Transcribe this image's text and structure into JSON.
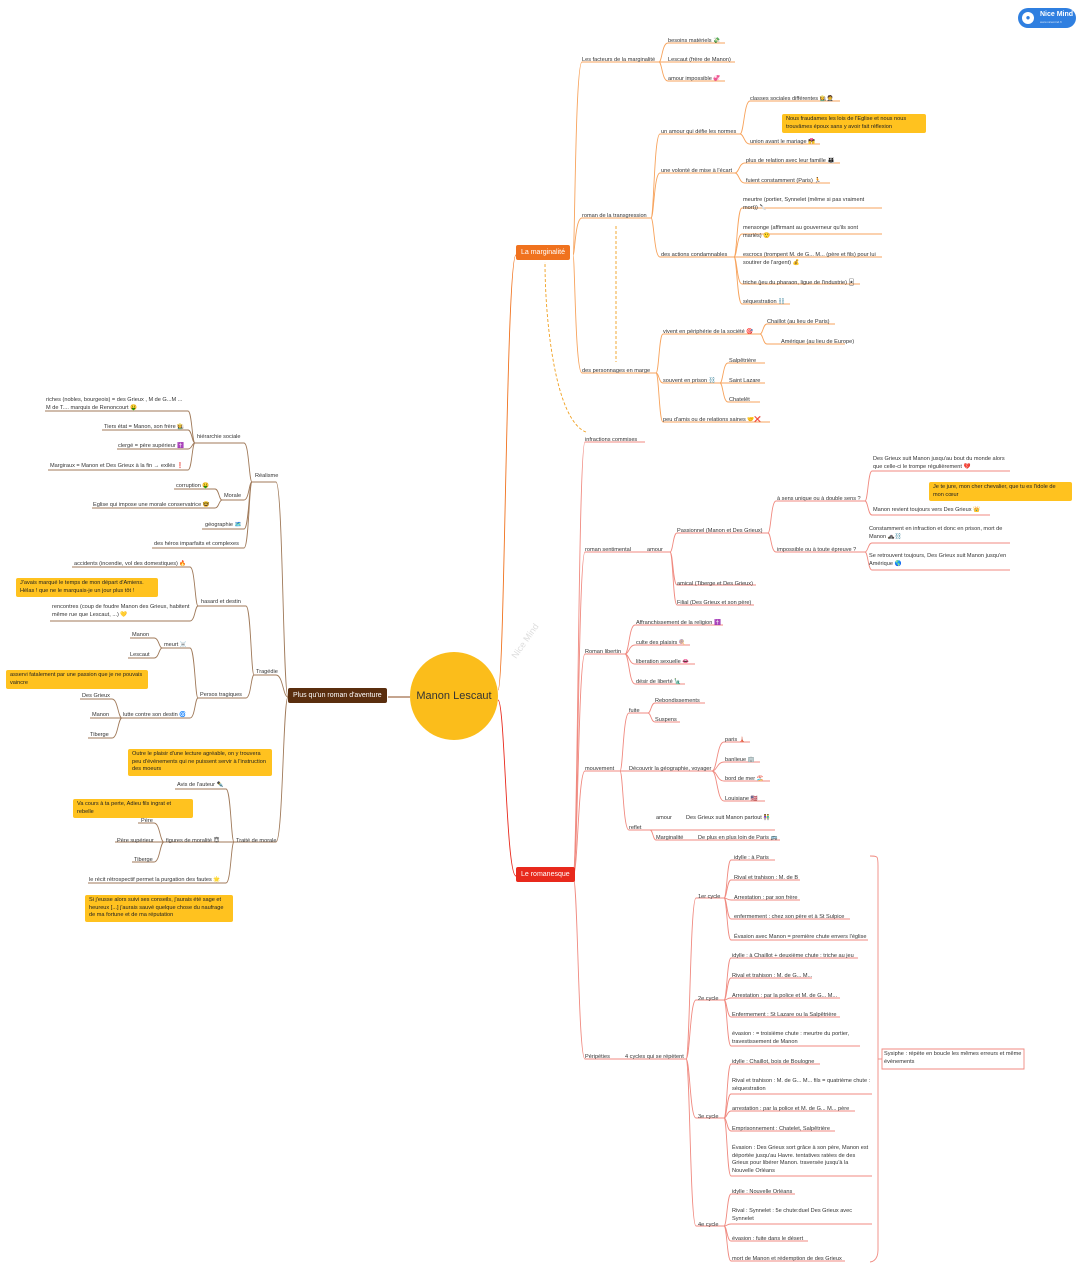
{
  "brand": {
    "name": "Nice Mind",
    "tagline": "www.nicemind.fr"
  },
  "watermark": "Nice Mind",
  "center": "Manon Lescaut",
  "branches": {
    "marginalite": {
      "title": "La marginalité",
      "facteurs": {
        "label": "Les facteurs de la marginalité",
        "items": [
          "besoins matériels 💸",
          "Lescaut (frère de Manon)",
          "amour impossible 💞"
        ]
      },
      "transgression": {
        "label": "roman de la transgression",
        "normes": {
          "label": "un amour qui défie les normes",
          "classes": "classes sociales différentes 👩‍🌾🤵",
          "note": "Nous fraudames les lois de l'Eglise et nous nous trouvâmes époux sans y avoir fait réflexion",
          "union": "union avant le mariage 💏"
        },
        "ecart": {
          "label": "une volonté de mise à l'écart",
          "items": [
            "plus de relation avec leur famille 👨‍👩‍👧",
            "fuient constamment (Paris) 🏃"
          ]
        },
        "actions": {
          "label": "des actions condamnables",
          "items": [
            "meurtre (portier, Synnelet (même si pas vraiment mort)) 🔪",
            "mensonge (affirmant au gouverneur qu'ils sont mariés) 🤥",
            "escrocs (trompent M. de G... M... (père et fils) pour lui soutirer de l'argent) 💰",
            "triche (jeu du pharaon, ligue de l'industrie) 🃏",
            "séquestration ⛓️"
          ]
        }
      },
      "marge": {
        "label": "des personnages en marge",
        "peripherie": {
          "label": "vivent en périphérie de la société 🎯",
          "items": [
            "Chaillot (au lieu de Paris)",
            "Amérique (au lieu de Europe)"
          ]
        },
        "prison": {
          "label": "souvent en prison ⛓️",
          "items": [
            "Salpêtrière",
            "Saint Lazare",
            "Chatelêt"
          ]
        },
        "amis": "peu d'amis ou de relations saines 🤝❌"
      }
    },
    "romanesque": {
      "title": "Le romanesque",
      "infractions": "infractions commises",
      "sentimental": {
        "label": "roman sentimental",
        "amour": "amour",
        "passionnel": "Passionnel (Manon et Des Grieux)",
        "sens": {
          "label": "à sens unique ou à double sens ?",
          "item1": "Des Grieux suit Manon jusqu'au bout du monde alors que celle-ci le trompe régulièrement 💔",
          "quote": "Je te jure, mon cher chevalier, que tu es l'idole de mon cœur",
          "item2": "Manon revient toujours vers Des Grieux 👑"
        },
        "impossible": {
          "label": "impossible ou à toute épreuve ?",
          "item1": "Constamment en infraction et donc en prison, mort de Manon 🚓⛓️",
          "item2": "Se retrouvent toujours, Des Grieux suit Manon jusqu'en Amérique 🌎"
        },
        "amical": "amical (Tiberge et Des Grieux)",
        "filial": "Filial (Des Grieux et son père)"
      },
      "libertin": {
        "label": "Roman libertin",
        "items": [
          "Affranchissement de la religion ✝️",
          "culte des plaisirs 🍭",
          "liberation sexuelle 👄",
          "désir de liberté 🗽"
        ]
      },
      "mouvement": {
        "label": "mouvement",
        "fuite": {
          "label": "fuite",
          "items": [
            "Rebondissements",
            "Suspens"
          ]
        },
        "geo": {
          "label": "Découvrir la géographie, voyager",
          "items": [
            "paris 🗼",
            "banlieue 🏢",
            "bord de mer 🏖️",
            "Louisiane 🇺🇸"
          ]
        },
        "reflet": {
          "label": "reflet",
          "amour": "amour",
          "amour_v": "Des Grieux suit Manon partout 👫",
          "marg": "Marginalité",
          "marg_v": "De plus en plus loin de Paris 🚌"
        }
      },
      "peripeties": {
        "label": "Péripéties",
        "cycles_label": "4 cycles qui se répètent",
        "note": "Sysiphe : répète en boucle les mêmes erreurs et même évènements",
        "cycles": [
          {
            "label": "1er cycle",
            "items": [
              "idylle : à Paris",
              "Rival et trahison : M. de B",
              "Arrestation : par son frère",
              "enfermement : chez son père et à St Sulpice",
              "Évasion avec Manon = première chute envers l'église"
            ]
          },
          {
            "label": "2e cycle",
            "items": [
              "idylle : à Chaillot + deuxième chute : triche au jeu",
              "Rival et trahison : M. de G... M...",
              "Arrestation : par la police et M. de G... M...",
              "Enfermement : St Lazare ou la Salpêtrière",
              "évasion : = troisième chute : meurtre du portier, travestissement de Manon"
            ]
          },
          {
            "label": "3e cycle",
            "items": [
              "idylle : Chaillot, bois de Boulogne",
              "Rival et trahison : M. de G... M... fils = quatrième chute : séquestration",
              "arrestation : par la police et M. de G... M... père",
              "Emprisonnement : Chatelet, Salpêtrière",
              "Évasion : Des Grieux sort grâce à son père, Manon est déportée jusqu'au Havre. tentatives ratées de des Grieux pour libérer Manon. traversée jusqu'à la Nouvelle Orléans"
            ]
          },
          {
            "label": "4e cycle",
            "items": [
              "idylle : Nouvelle Orléans",
              "Rival : Synnelet : 5e chute:duel Des Grieux avec Synnelet",
              "évasion : fuite dans le désert",
              "mort de Manon et rédemption de des Grieux"
            ]
          }
        ]
      }
    },
    "aventure": {
      "title": "Plus qu'un roman d'aventure",
      "realisme": {
        "label": "Réalisme",
        "hierarchie": {
          "label": "hiérarchie sociale",
          "items": [
            "riches (nobles, bourgeois) = des Grieux , M de G...M ... M de T.... marquis de Renoncourt 🤑",
            "Tiers état = Manon, son frère 👩‍🌾",
            "clergé = père supérieur ✝️",
            "Margiraux = Manon et Des Grieux à la fin → exilés ❗"
          ]
        },
        "morale": {
          "label": "Morale",
          "items": [
            "corruption 🤑",
            "Eglise qui impose une morale conservatrice 🤓"
          ]
        },
        "geographie": "géographie 🗺️",
        "heros": "des héros imparfaits et complexes"
      },
      "tragedie": {
        "label": "Tragédie",
        "hasard": {
          "label": "hasard et destin",
          "item1": "accidents (incendie, vol des domestiques) 🔥",
          "quote": "J'avais marqué le temps de mon départ d'Amiens. Hélas ! que ne le marquais-je un jour plus tôt !",
          "item2": "rencontres (coup de foudre Manon des Grieux, habitent même rue que Lescaut, ...) 💛"
        },
        "persos": {
          "label": "Persos tragiques",
          "meurt": "meurt ☠️",
          "meurt_items": [
            "Manon",
            "Lescaut"
          ],
          "quote": "asservi fatalement par une passion que je ne pouvais vaincre",
          "lutte": "lutte contre son destin 🌀",
          "lutte_items": [
            "Des Grieux",
            "Manon",
            "Tiberge"
          ]
        }
      },
      "traite": {
        "label": "Traité de morale",
        "avis": "Avis de l'auteur ✒️",
        "avis_quote": "Outre le plaisir d'une lecture agréable, on y trouvera peu d'événements qui ne puissent servir à l'instruction des moeurs",
        "figures": {
          "label": "figures de moralité 😇",
          "quote": "Va cours à ta perte, Adieu fils ingrat et rebelle",
          "items": [
            "Père",
            "Père supérieur",
            "Tiberge"
          ]
        },
        "recit": "le récit rétrospectif permet la purgation des fautes 🌟",
        "recit_quote": "Si j'eusse alors suivi ses conseils, j'aurais été sage et heureux [...] j'aurais sauvé quelque chose du naufrage de ma fortune et de ma réputation"
      }
    }
  },
  "colors": {
    "orange": "#f0721e",
    "red": "#e8291c",
    "brown": "#5a2e0e",
    "center": "#fbbd1b",
    "highlight": "#ffc21f"
  }
}
